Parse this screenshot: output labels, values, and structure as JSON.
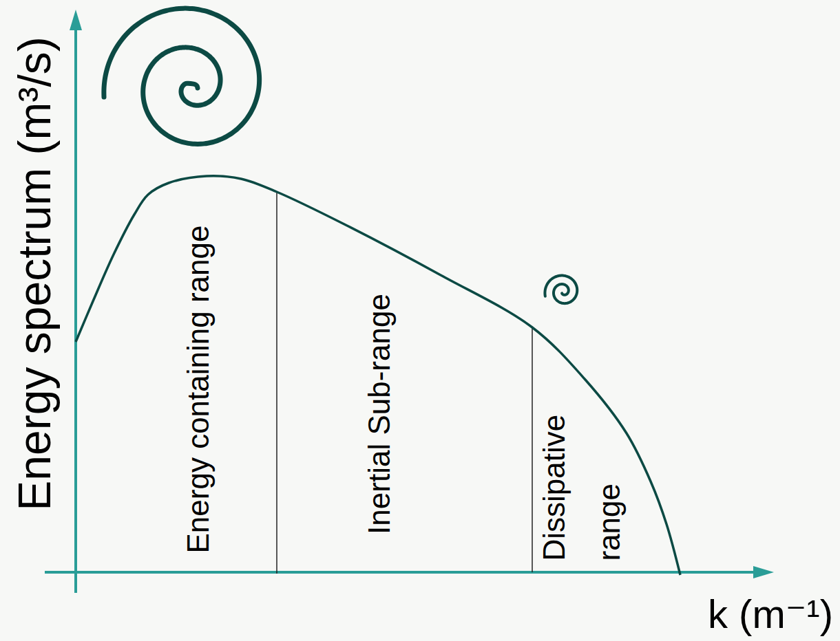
{
  "diagram": {
    "labels": [
      "Energy spectrum (m³/s)",
      "k (m⁻¹)",
      "Energy containing range",
      "Inertial Sub-range",
      "Dissipative range"
    ]
  }
}
